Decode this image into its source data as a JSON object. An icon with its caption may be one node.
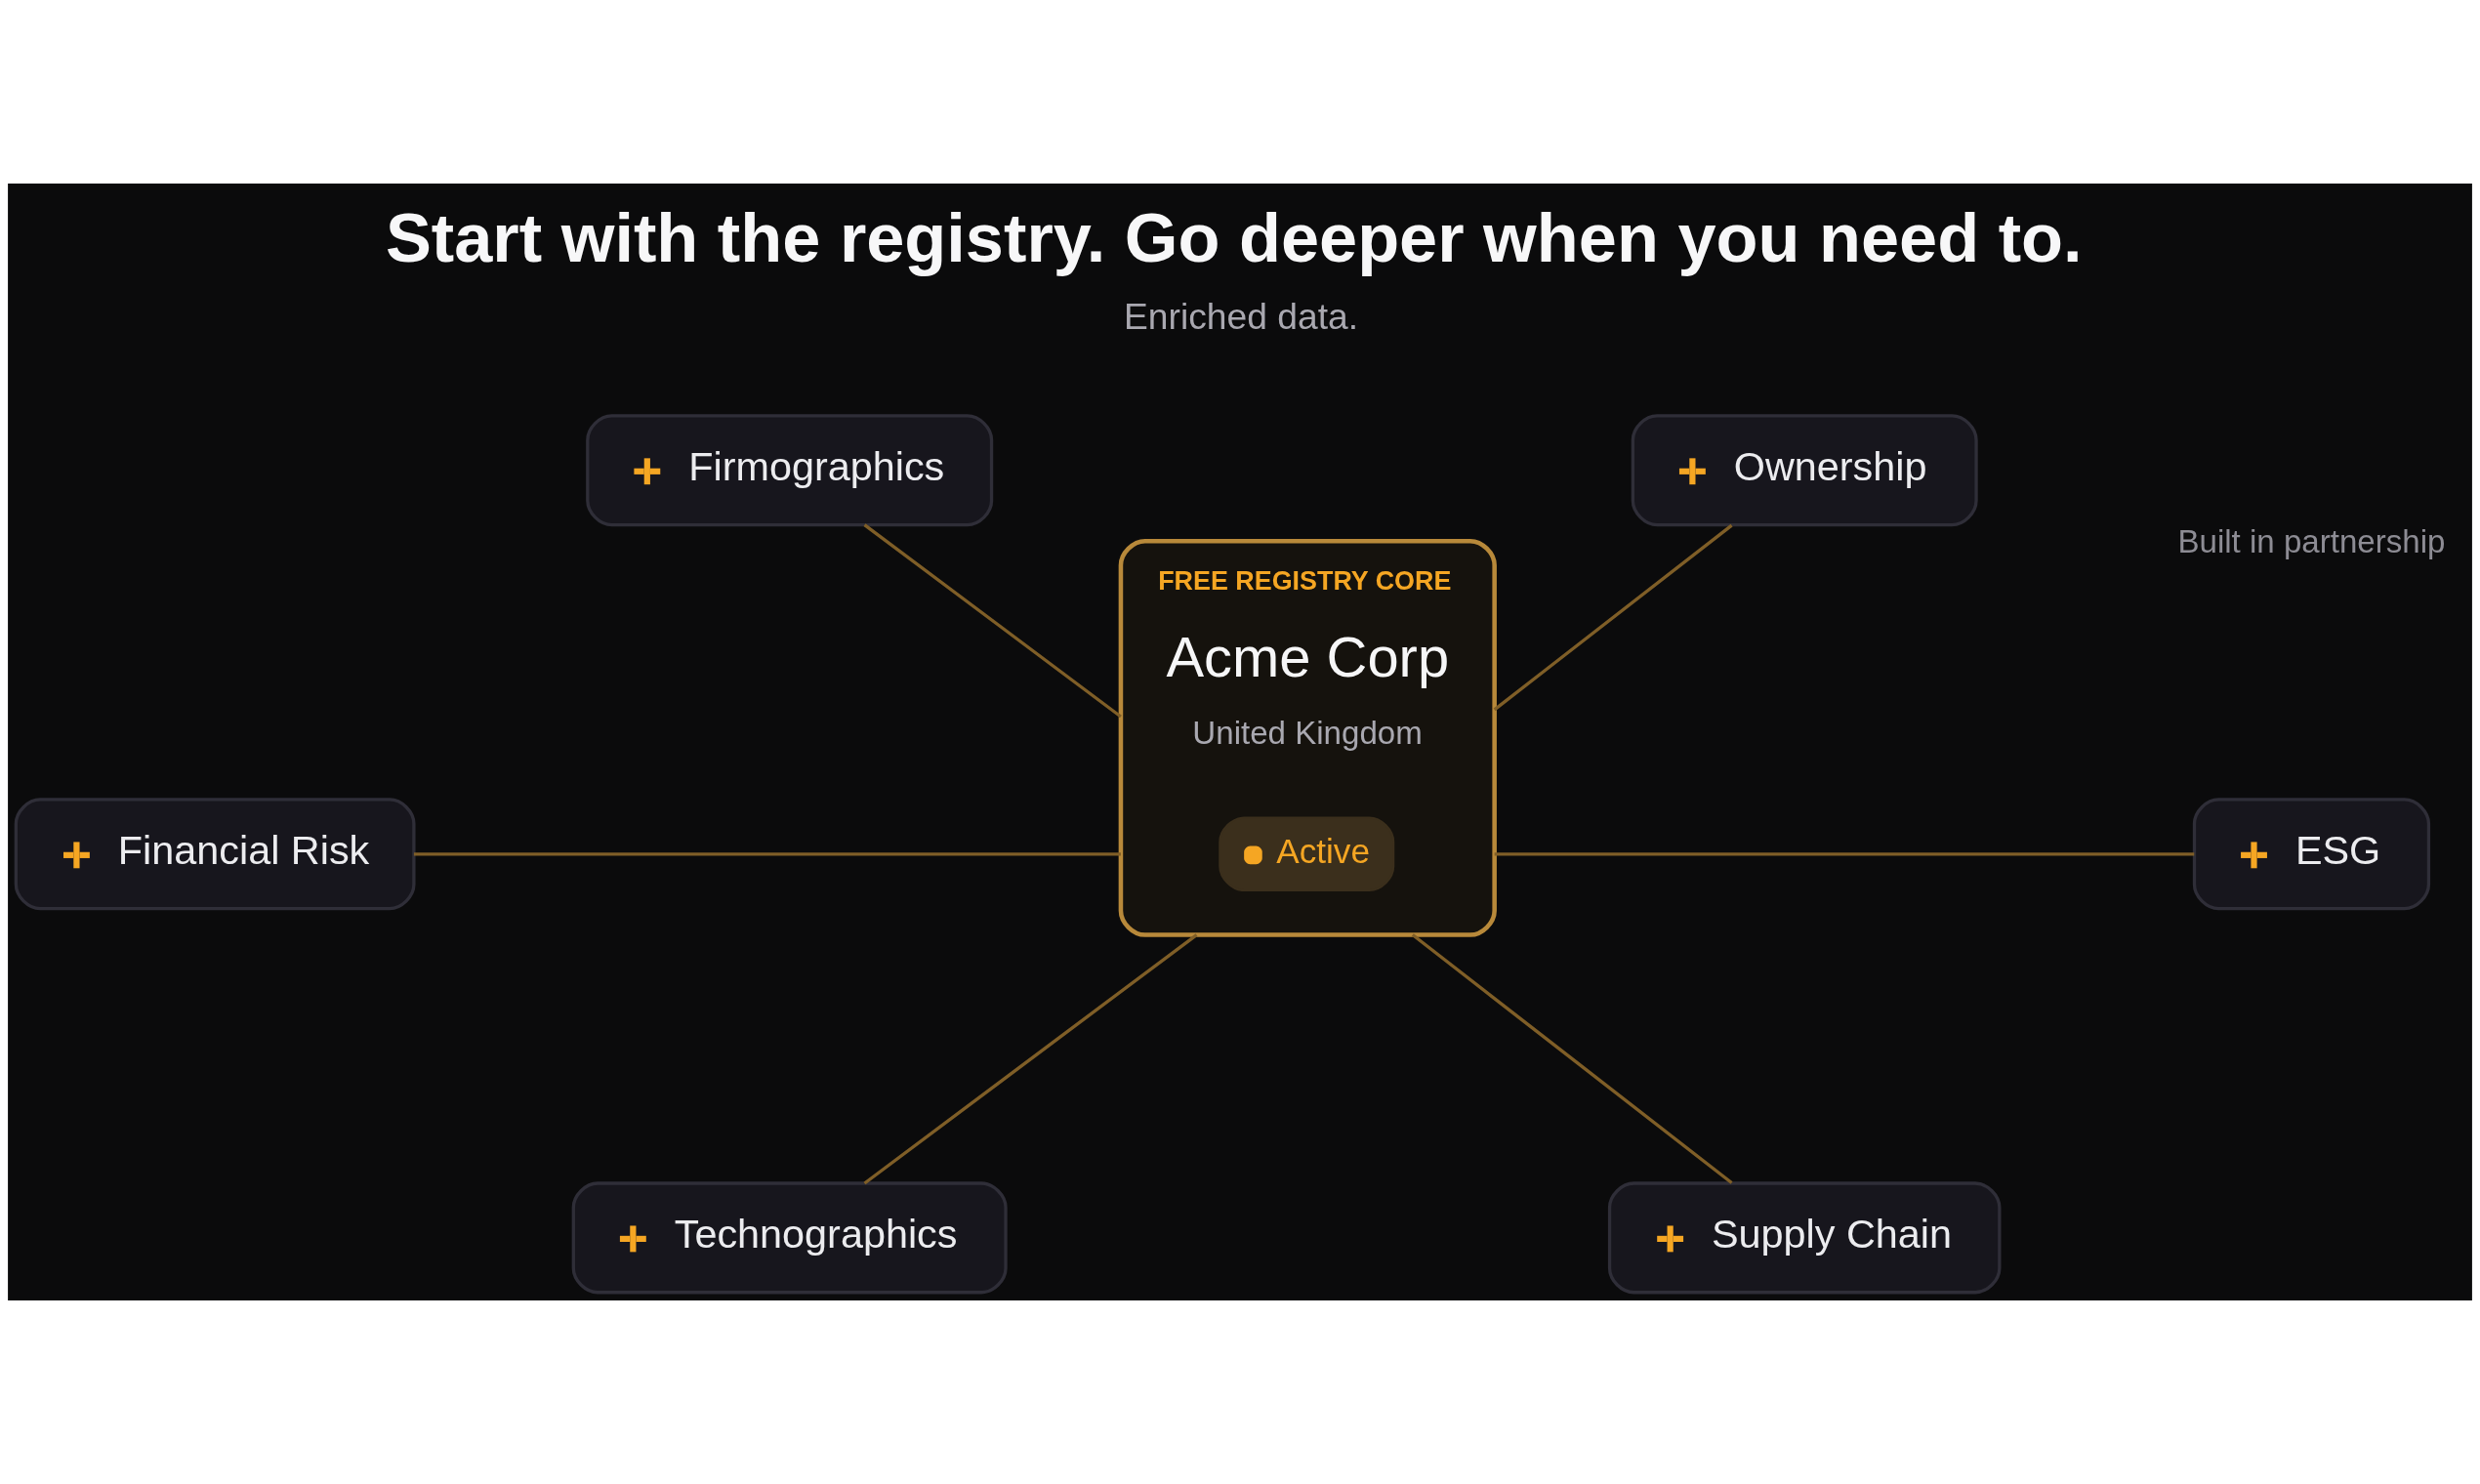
{
  "diagram": {
    "title": "Start with the registry. Go deeper when you need to.",
    "caption": "Enriched data.",
    "nodes": [
      {
        "text": [
          "Firmographics"
        ]
      },
      {
        "text": [
          "Ownership"
        ]
      },
      {
        "text": [
          "Financial Risk"
        ]
      },
      {
        "text": [
          "FREE REGISTRY CORE",
          "Acme Corp",
          "United Kingdom"
        ]
      },
      {
        "text": [
          "Active"
        ],
        "in": 3
      },
      {
        "text": [
          "ESG"
        ]
      },
      {
        "text": [
          "Technographics"
        ]
      },
      {
        "text": [
          "Supply Chain"
        ]
      }
    ],
    "edges": [
      {
        "from": 0,
        "to": 3,
        "arrow": "none"
      },
      {
        "from": 3,
        "to": 1,
        "arrow": "none"
      },
      {
        "from": 2,
        "to": 3,
        "arrow": "none"
      },
      {
        "from": 3,
        "to": 5,
        "arrow": "none"
      },
      {
        "from": 6,
        "to": 3,
        "arrow": "none"
      },
      {
        "from": 3,
        "to": 7,
        "arrow": "none"
      }
    ],
    "labels": [
      "Built in partnership"
    ]
  }
}
